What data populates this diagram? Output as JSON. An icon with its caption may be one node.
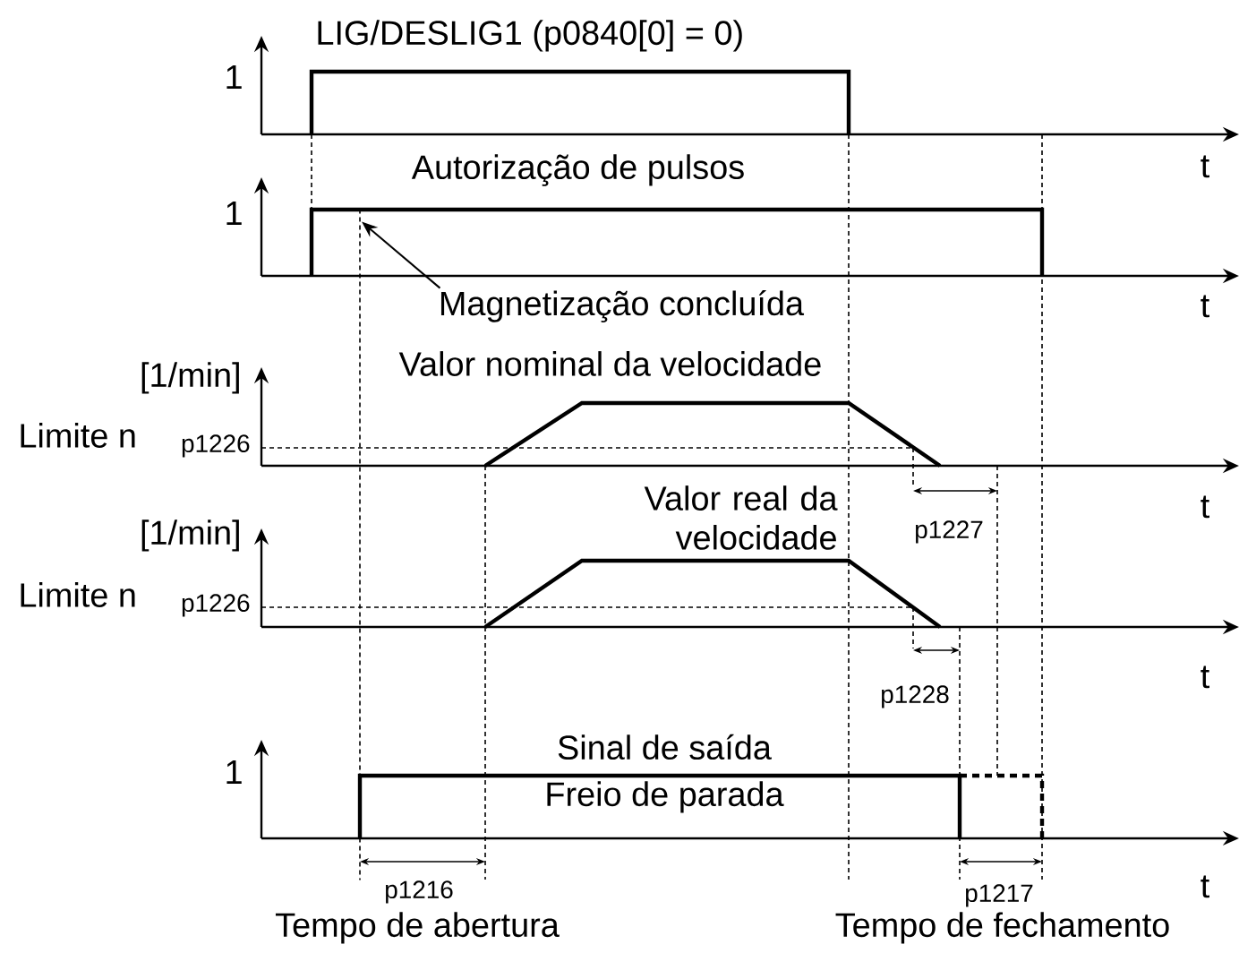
{
  "diagram": {
    "nodes": [
      {
        "text": [
          "Magnetização concluída"
        ]
      },
      {
        "text": [],
        "shape": "line"
      }
    ],
    "edges": [
      {
        "from": 0,
        "to": 1,
        "arrow": "to"
      }
    ],
    "labels": [
      "1",
      "LIG/DESLIG1 (p0840[0] = 0)",
      "t",
      "1",
      "Autorização de pulsos",
      "t",
      "[1/min]",
      "Valor nominal da velocidade",
      "Limite n",
      "p1226",
      "t",
      "p1227",
      "[1/min]",
      "Valor real da velocidade",
      "Limite n",
      "p1226",
      "t",
      "p1228",
      "1",
      "Sinal de saída",
      "Freio de parada",
      "p1216",
      "p1217",
      "t",
      "Tempo de abertura",
      "Tempo de fechamento"
    ]
  }
}
